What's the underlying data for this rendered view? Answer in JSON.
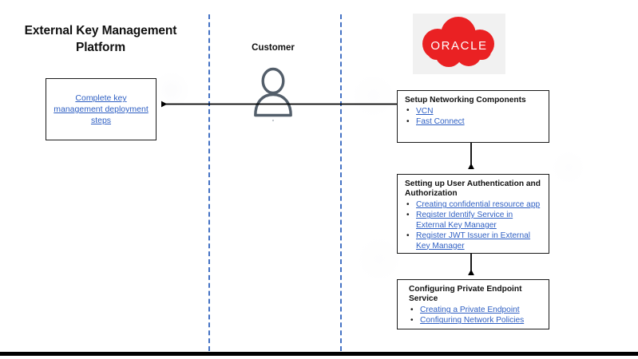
{
  "diagram": {
    "title": "External Key Management Platform",
    "lanes": [
      {
        "name": "external-key-management-platform",
        "label": "External Key Management Platform"
      },
      {
        "name": "customer",
        "label": "Customer"
      },
      {
        "name": "oracle-cloud",
        "label": "ORACLE"
      }
    ],
    "accent_blue": "#4472C4",
    "link_blue": "#2E5FC3",
    "oracle_red": "#EA2123",
    "border_black": "#1a1a1a"
  },
  "left_box": {
    "name": "complete-key-management-deployment-steps",
    "text": "Complete key management deployment steps",
    "is_link": true
  },
  "customer": {
    "label": "Customer",
    "icon": "person-icon"
  },
  "oracle": {
    "wordmark": "ORACLE",
    "icon": "oracle-cloud-logo"
  },
  "boxes": [
    {
      "name": "setup-networking-components",
      "heading": "Setup Networking Components",
      "items": [
        {
          "label": "VCN",
          "is_link": true
        },
        {
          "label": "Fast Connect",
          "is_link": true
        }
      ]
    },
    {
      "name": "setting-up-user-authentication-and-authorization",
      "heading": "Setting up User Authentication and Authorization",
      "items": [
        {
          "label": "Creating confidential resource app",
          "is_link": true
        },
        {
          "label": "Register Identify Service in External Key Manager",
          "is_link": true
        },
        {
          "label": "Register JWT Issuer in External Key Manager",
          "is_link": true
        }
      ]
    },
    {
      "name": "configuring-private-endpoint-service",
      "heading": "Configuring Private Endpoint Service",
      "items": [
        {
          "label": "Creating a Private Endpoint",
          "is_link": true
        },
        {
          "label": "Configuring Network Policies",
          "is_link": true
        }
      ]
    }
  ],
  "connectors": [
    {
      "name": "arrow-networking-to-left-box",
      "direction": "left"
    },
    {
      "name": "arrow-networking-to-auth",
      "direction": "down"
    },
    {
      "name": "arrow-auth-to-private-endpoint",
      "direction": "down"
    }
  ]
}
